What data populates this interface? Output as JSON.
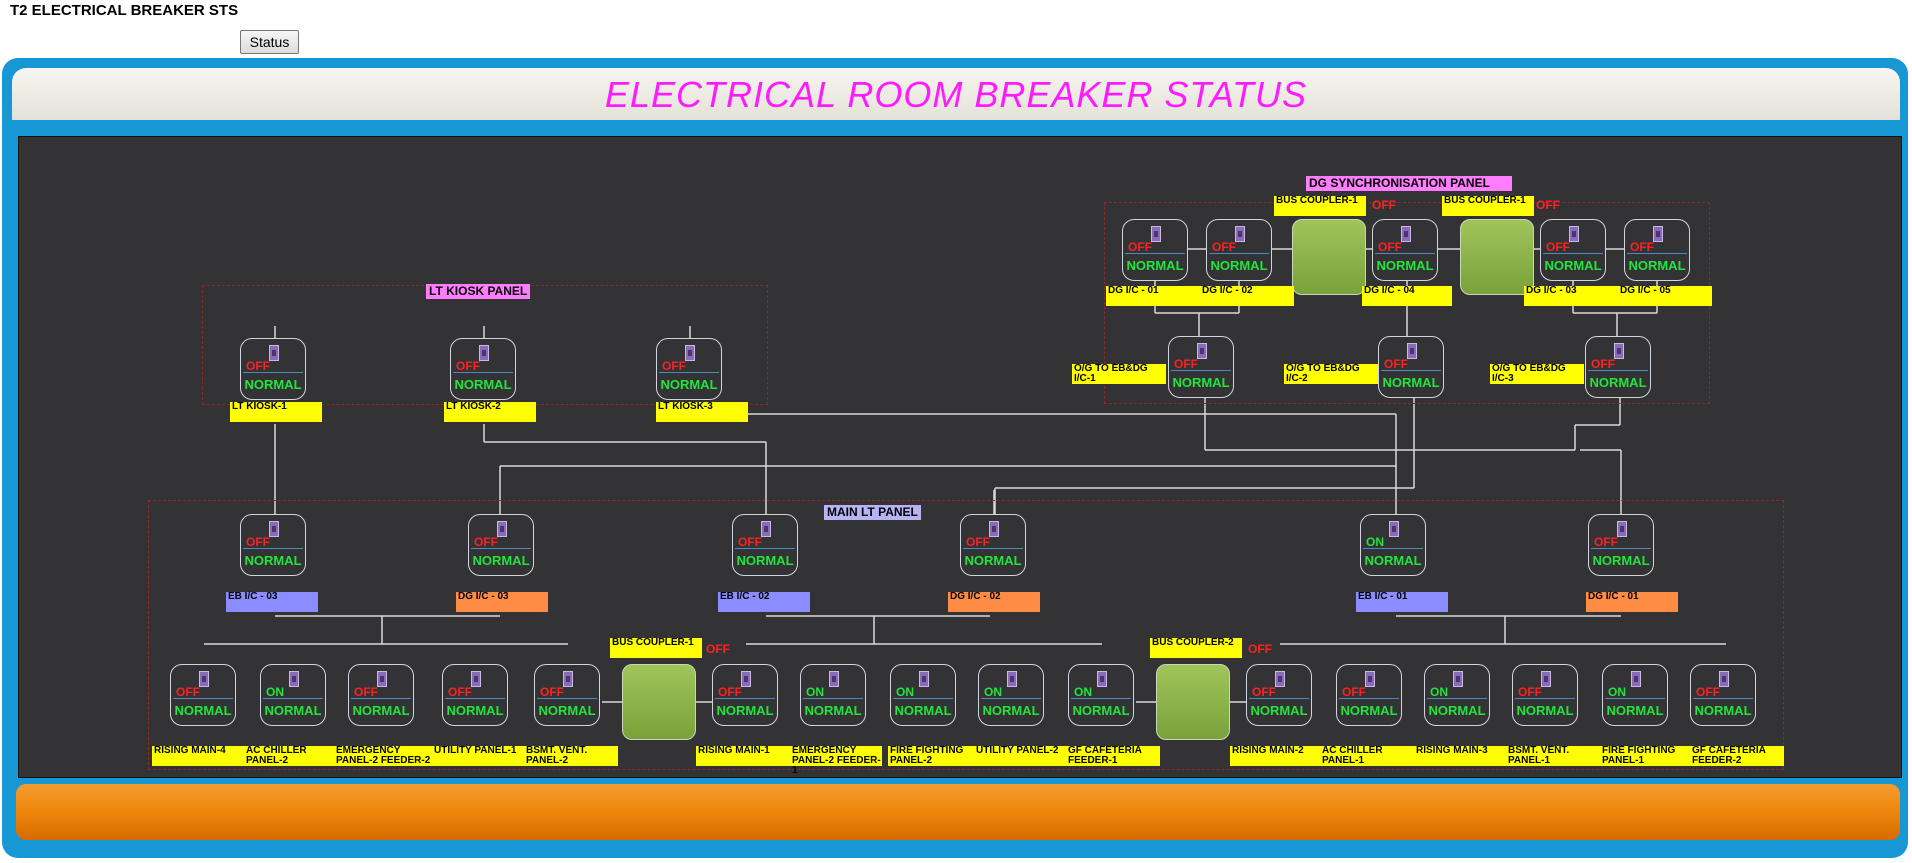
{
  "window": {
    "title": "T2 ELECTRICAL BREAKER STS",
    "status_button": "Status"
  },
  "header": {
    "title": "ELECTRICAL ROOM BREAKER STATUS"
  },
  "colors": {
    "on": "#21e43c",
    "off": "#ff2020",
    "normal": "#21e43c",
    "label_yellow": "#ffff00",
    "label_blue": "#8a8cff",
    "label_orange": "#ff8c45",
    "title_magenta": "#ff1aff",
    "panel_title_pink": "#ff7dff",
    "panel_title_lavender": "#b7b3f5"
  },
  "sections": {
    "lt_kiosk": "LT KIOSK PANEL",
    "dg_sync": "DG SYNCHRONISATION PANEL",
    "main_lt": "MAIN LT PANEL"
  },
  "couplers": [
    {
      "label": "BUS COUPLER-1",
      "status": "OFF"
    },
    {
      "label": "BUS COUPLER-1",
      "status": "OFF"
    },
    {
      "label": "BUS COUPLER-1",
      "status": "OFF"
    },
    {
      "label": "BUS COUPLER-2",
      "status": "OFF"
    }
  ],
  "breakers": [
    {
      "id": "dg-ic-01",
      "status": "OFF",
      "mode": "NORMAL",
      "label": "DG I/C - 01",
      "color": "yellow"
    },
    {
      "id": "dg-ic-02",
      "status": "OFF",
      "mode": "NORMAL",
      "label": "DG I/C - 02",
      "color": "yellow"
    },
    {
      "id": "dg-ic-04",
      "status": "OFF",
      "mode": "NORMAL",
      "label": "DG I/C - 04",
      "color": "yellow"
    },
    {
      "id": "dg-ic-03",
      "status": "OFF",
      "mode": "NORMAL",
      "label": "DG I/C - 03",
      "color": "yellow"
    },
    {
      "id": "dg-ic-05",
      "status": "OFF",
      "mode": "NORMAL",
      "label": "DG I/C - 05",
      "color": "yellow"
    },
    {
      "id": "og-1",
      "status": "OFF",
      "mode": "NORMAL",
      "label": "O/G TO EB&DG I/C-1",
      "color": "yellow"
    },
    {
      "id": "og-2",
      "status": "OFF",
      "mode": "NORMAL",
      "label": "O/G TO EB&DG I/C-2",
      "color": "yellow"
    },
    {
      "id": "og-3",
      "status": "OFF",
      "mode": "NORMAL",
      "label": "O/G TO EB&DG I/C-3",
      "color": "yellow"
    },
    {
      "id": "lt-kiosk-1",
      "status": "OFF",
      "mode": "NORMAL",
      "label": "LT KIOSK-1",
      "color": "yellow"
    },
    {
      "id": "lt-kiosk-2",
      "status": "OFF",
      "mode": "NORMAL",
      "label": "LT KIOSK-2",
      "color": "yellow"
    },
    {
      "id": "lt-kiosk-3",
      "status": "OFF",
      "mode": "NORMAL",
      "label": "LT KIOSK-3",
      "color": "yellow"
    },
    {
      "id": "eb-ic-03",
      "status": "OFF",
      "mode": "NORMAL",
      "label": "EB I/C - 03",
      "color": "blue"
    },
    {
      "id": "dg-ic-03-main",
      "status": "OFF",
      "mode": "NORMAL",
      "label": "DG I/C - 03",
      "color": "orange"
    },
    {
      "id": "eb-ic-02",
      "status": "OFF",
      "mode": "NORMAL",
      "label": "EB I/C - 02",
      "color": "blue"
    },
    {
      "id": "dg-ic-02-main",
      "status": "OFF",
      "mode": "NORMAL",
      "label": "DG I/C - 02",
      "color": "orange"
    },
    {
      "id": "eb-ic-01",
      "status": "ON",
      "mode": "NORMAL",
      "label": "EB I/C - 01",
      "color": "blue"
    },
    {
      "id": "dg-ic-01-main",
      "status": "OFF",
      "mode": "NORMAL",
      "label": "DG I/C - 01",
      "color": "orange"
    },
    {
      "id": "rising-main-4",
      "status": "OFF",
      "mode": "NORMAL",
      "label": "RISING MAIN-4",
      "color": "yellow"
    },
    {
      "id": "ac-chiller-2",
      "status": "ON",
      "mode": "NORMAL",
      "label": "AC CHILLER PANEL-2",
      "color": "yellow"
    },
    {
      "id": "emergency-2-f2",
      "status": "OFF",
      "mode": "NORMAL",
      "label": "EMERGENCY PANEL-2 FEEDER-2",
      "color": "yellow"
    },
    {
      "id": "utility-1",
      "status": "OFF",
      "mode": "NORMAL",
      "label": "UTILITY PANEL-1",
      "color": "yellow"
    },
    {
      "id": "bsmt-vent-2",
      "status": "OFF",
      "mode": "NORMAL",
      "label": "BSMT. VENT. PANEL-2",
      "color": "yellow"
    },
    {
      "id": "rising-main-1",
      "status": "OFF",
      "mode": "NORMAL",
      "label": "RISING MAIN-1",
      "color": "yellow"
    },
    {
      "id": "emergency-2-f1",
      "status": "ON",
      "mode": "NORMAL",
      "label": "EMERGENCY PANEL-2 FEEDER-1",
      "color": "yellow"
    },
    {
      "id": "fire-fighting-2",
      "status": "ON",
      "mode": "NORMAL",
      "label": "FIRE FIGHTING PANEL-2",
      "color": "yellow"
    },
    {
      "id": "utility-2",
      "status": "ON",
      "mode": "NORMAL",
      "label": "UTILITY PANEL-2",
      "color": "yellow"
    },
    {
      "id": "gf-cafeteria-1",
      "status": "ON",
      "mode": "NORMAL",
      "label": "GF CAFETERIA FEEDER-1",
      "color": "yellow"
    },
    {
      "id": "rising-main-2",
      "status": "OFF",
      "mode": "NORMAL",
      "label": "RISING MAIN-2",
      "color": "yellow"
    },
    {
      "id": "ac-chiller-1",
      "status": "OFF",
      "mode": "NORMAL",
      "label": "AC CHILLER PANEL-1",
      "color": "yellow"
    },
    {
      "id": "rising-main-3",
      "status": "ON",
      "mode": "NORMAL",
      "label": "RISING MAIN-3",
      "color": "yellow"
    },
    {
      "id": "bsmt-vent-1",
      "status": "OFF",
      "mode": "NORMAL",
      "label": "BSMT. VENT. PANEL-1",
      "color": "yellow"
    },
    {
      "id": "fire-fighting-1",
      "status": "ON",
      "mode": "NORMAL",
      "label": "FIRE FIGHTING PANEL-1",
      "color": "yellow"
    },
    {
      "id": "gf-cafeteria-2",
      "status": "OFF",
      "mode": "NORMAL",
      "label": "GF CAFETERIA FEEDER-2",
      "color": "yellow"
    }
  ]
}
